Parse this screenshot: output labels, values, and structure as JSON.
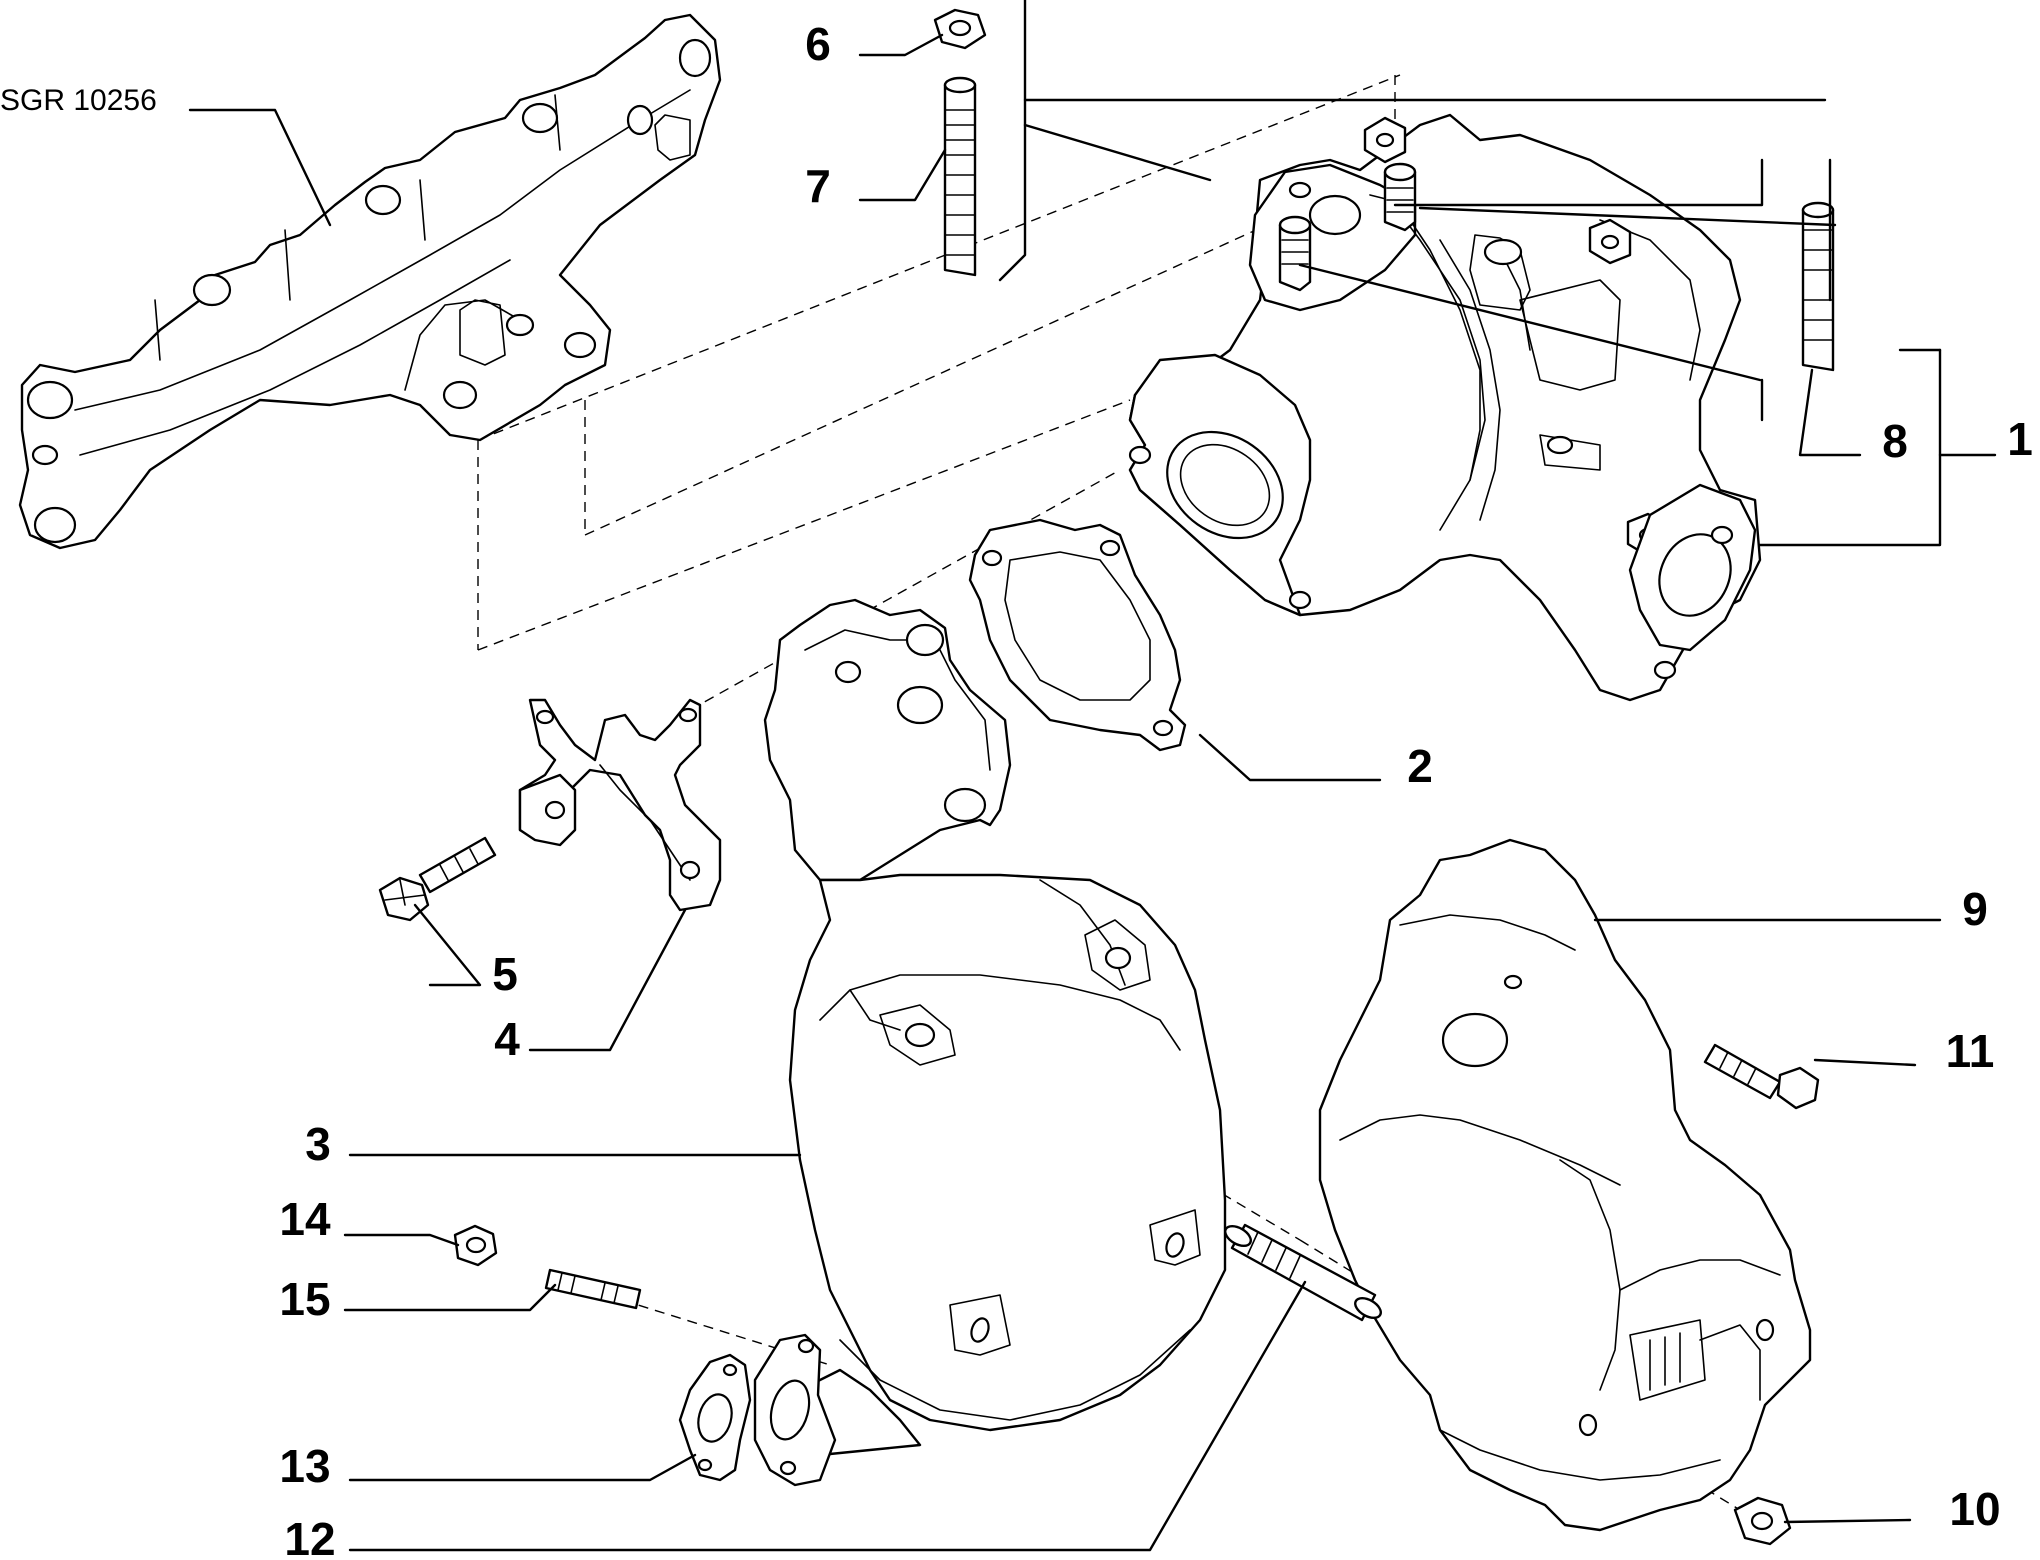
{
  "drawing": {
    "reference": "SGR 10256"
  },
  "callouts": [
    {
      "id": "c1",
      "label": "1"
    },
    {
      "id": "c2",
      "label": "2"
    },
    {
      "id": "c3",
      "label": "3"
    },
    {
      "id": "c4",
      "label": "4"
    },
    {
      "id": "c5",
      "label": "5"
    },
    {
      "id": "c6",
      "label": "6"
    },
    {
      "id": "c7",
      "label": "7"
    },
    {
      "id": "c8",
      "label": "8"
    },
    {
      "id": "c9",
      "label": "9"
    },
    {
      "id": "c10",
      "label": "10"
    },
    {
      "id": "c11",
      "label": "11"
    },
    {
      "id": "c12",
      "label": "12"
    },
    {
      "id": "c13",
      "label": "13"
    },
    {
      "id": "c14",
      "label": "14"
    },
    {
      "id": "c15",
      "label": "15"
    }
  ]
}
